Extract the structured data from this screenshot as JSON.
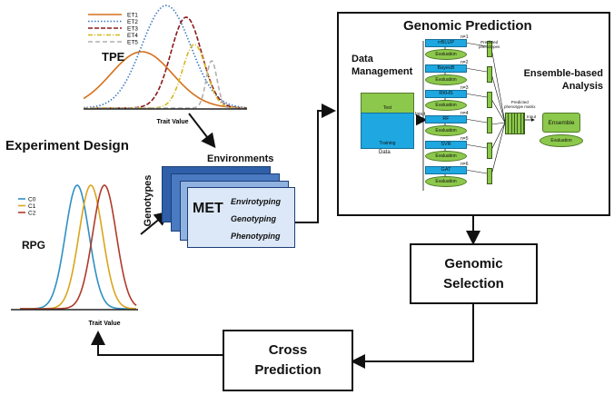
{
  "tpe": {
    "title": "TPE",
    "xlabel": "Trait Value",
    "legend": [
      "ET1",
      "ET2",
      "ET3",
      "ET4",
      "ET5"
    ],
    "colors": [
      "#d4711c",
      "#3b78c4",
      "#8b1a1a",
      "#d6b81e",
      "#b0b0b0"
    ]
  },
  "experiment_design": {
    "title": "Experiment Design"
  },
  "rpg": {
    "title": "RPG",
    "xlabel": "Trait Value",
    "legend": [
      "C0",
      "C1",
      "C2"
    ],
    "colors": [
      "#2f8fc4",
      "#d9a51e",
      "#b03a2a"
    ]
  },
  "met": {
    "environments_label": "Environments",
    "genotypes_label": "Genotypes",
    "title": "MET",
    "items": [
      "Envirotyping",
      "Genotyping",
      "Phenotyping"
    ]
  },
  "genomic_prediction": {
    "title": "Genomic Prediction",
    "data_management": "Data\nManagement",
    "ensemble_analysis": "Ensemble-based\nAnalysis",
    "data_box": {
      "test": "Test",
      "training": "Training",
      "caption": "Data",
      "input": "Input"
    },
    "models": [
      {
        "n": "n=1",
        "name": "rrBLUP"
      },
      {
        "n": "n=2",
        "name": "BayesB"
      },
      {
        "n": "n=3",
        "name": "RKHS"
      },
      {
        "n": "n=4",
        "name": "RF"
      },
      {
        "n": "n=5",
        "name": "SVR"
      },
      {
        "n": "n=6",
        "name": "GAT"
      }
    ],
    "evaluation_label": "Evaluation",
    "predicted_phenotypes": "Predicted\nphenotypes",
    "predicted_matrix": "Predicted\nphenotype matrix",
    "input_label": "Input",
    "ensemble": "Ensemble",
    "ensemble_eval": "Evaluation"
  },
  "genomic_selection": {
    "label": "Genomic\nSelection"
  },
  "cross_prediction": {
    "label": "Cross\nPrediction"
  }
}
